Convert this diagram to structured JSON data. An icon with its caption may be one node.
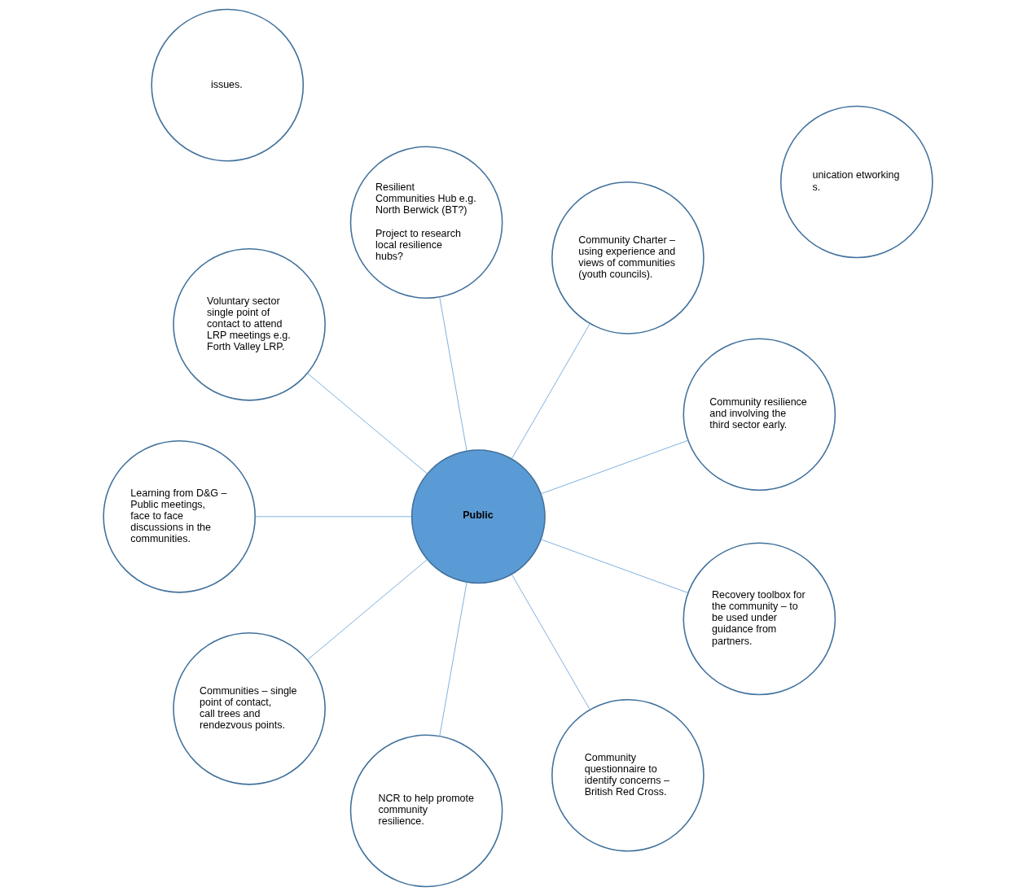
{
  "diagram": {
    "nodes": [
      {
        "text": [
          "Public"
        ]
      },
      {
        "text": [
          "unication etworking s."
        ]
      },
      {
        "text": [
          "issues."
        ]
      },
      {
        "text": [
          "Community resilience and involving the third sector early."
        ]
      },
      {
        "text": [
          "Community Charter – using experience and views of communities (youth councils)."
        ]
      },
      {
        "text": [
          "Resilient Communities Hub e.g. North Berwick (BT?)",
          "Project to research local resilience hubs?"
        ]
      },
      {
        "text": [
          "Voluntary sector single point of contact to attend LRP meetings e.g. Forth Valley LRP."
        ]
      },
      {
        "text": [
          "Learning from D&G – Public meetings, face to face discussions in the communities."
        ]
      },
      {
        "text": [
          "Communities – single point of contact, call trees and rendezvous points."
        ]
      },
      {
        "text": [
          "NCR to help promote community resilience."
        ]
      },
      {
        "text": [
          "Community questionnaire to identify concerns – British Red Cross."
        ]
      },
      {
        "text": [
          "Recovery toolbox for the community – to be used under guidance from partners."
        ]
      }
    ],
    "edges": [
      {
        "from": 0,
        "to": 3,
        "arrow": "none"
      },
      {
        "from": 0,
        "to": 4,
        "arrow": "none"
      },
      {
        "from": 0,
        "to": 5,
        "arrow": "none"
      },
      {
        "from": 0,
        "to": 6,
        "arrow": "none"
      },
      {
        "from": 0,
        "to": 7,
        "arrow": "none"
      },
      {
        "from": 0,
        "to": 8,
        "arrow": "none"
      },
      {
        "from": 0,
        "to": 9,
        "arrow": "none"
      },
      {
        "from": 0,
        "to": 10,
        "arrow": "none"
      },
      {
        "from": 0,
        "to": 11,
        "arrow": "none"
      }
    ]
  }
}
